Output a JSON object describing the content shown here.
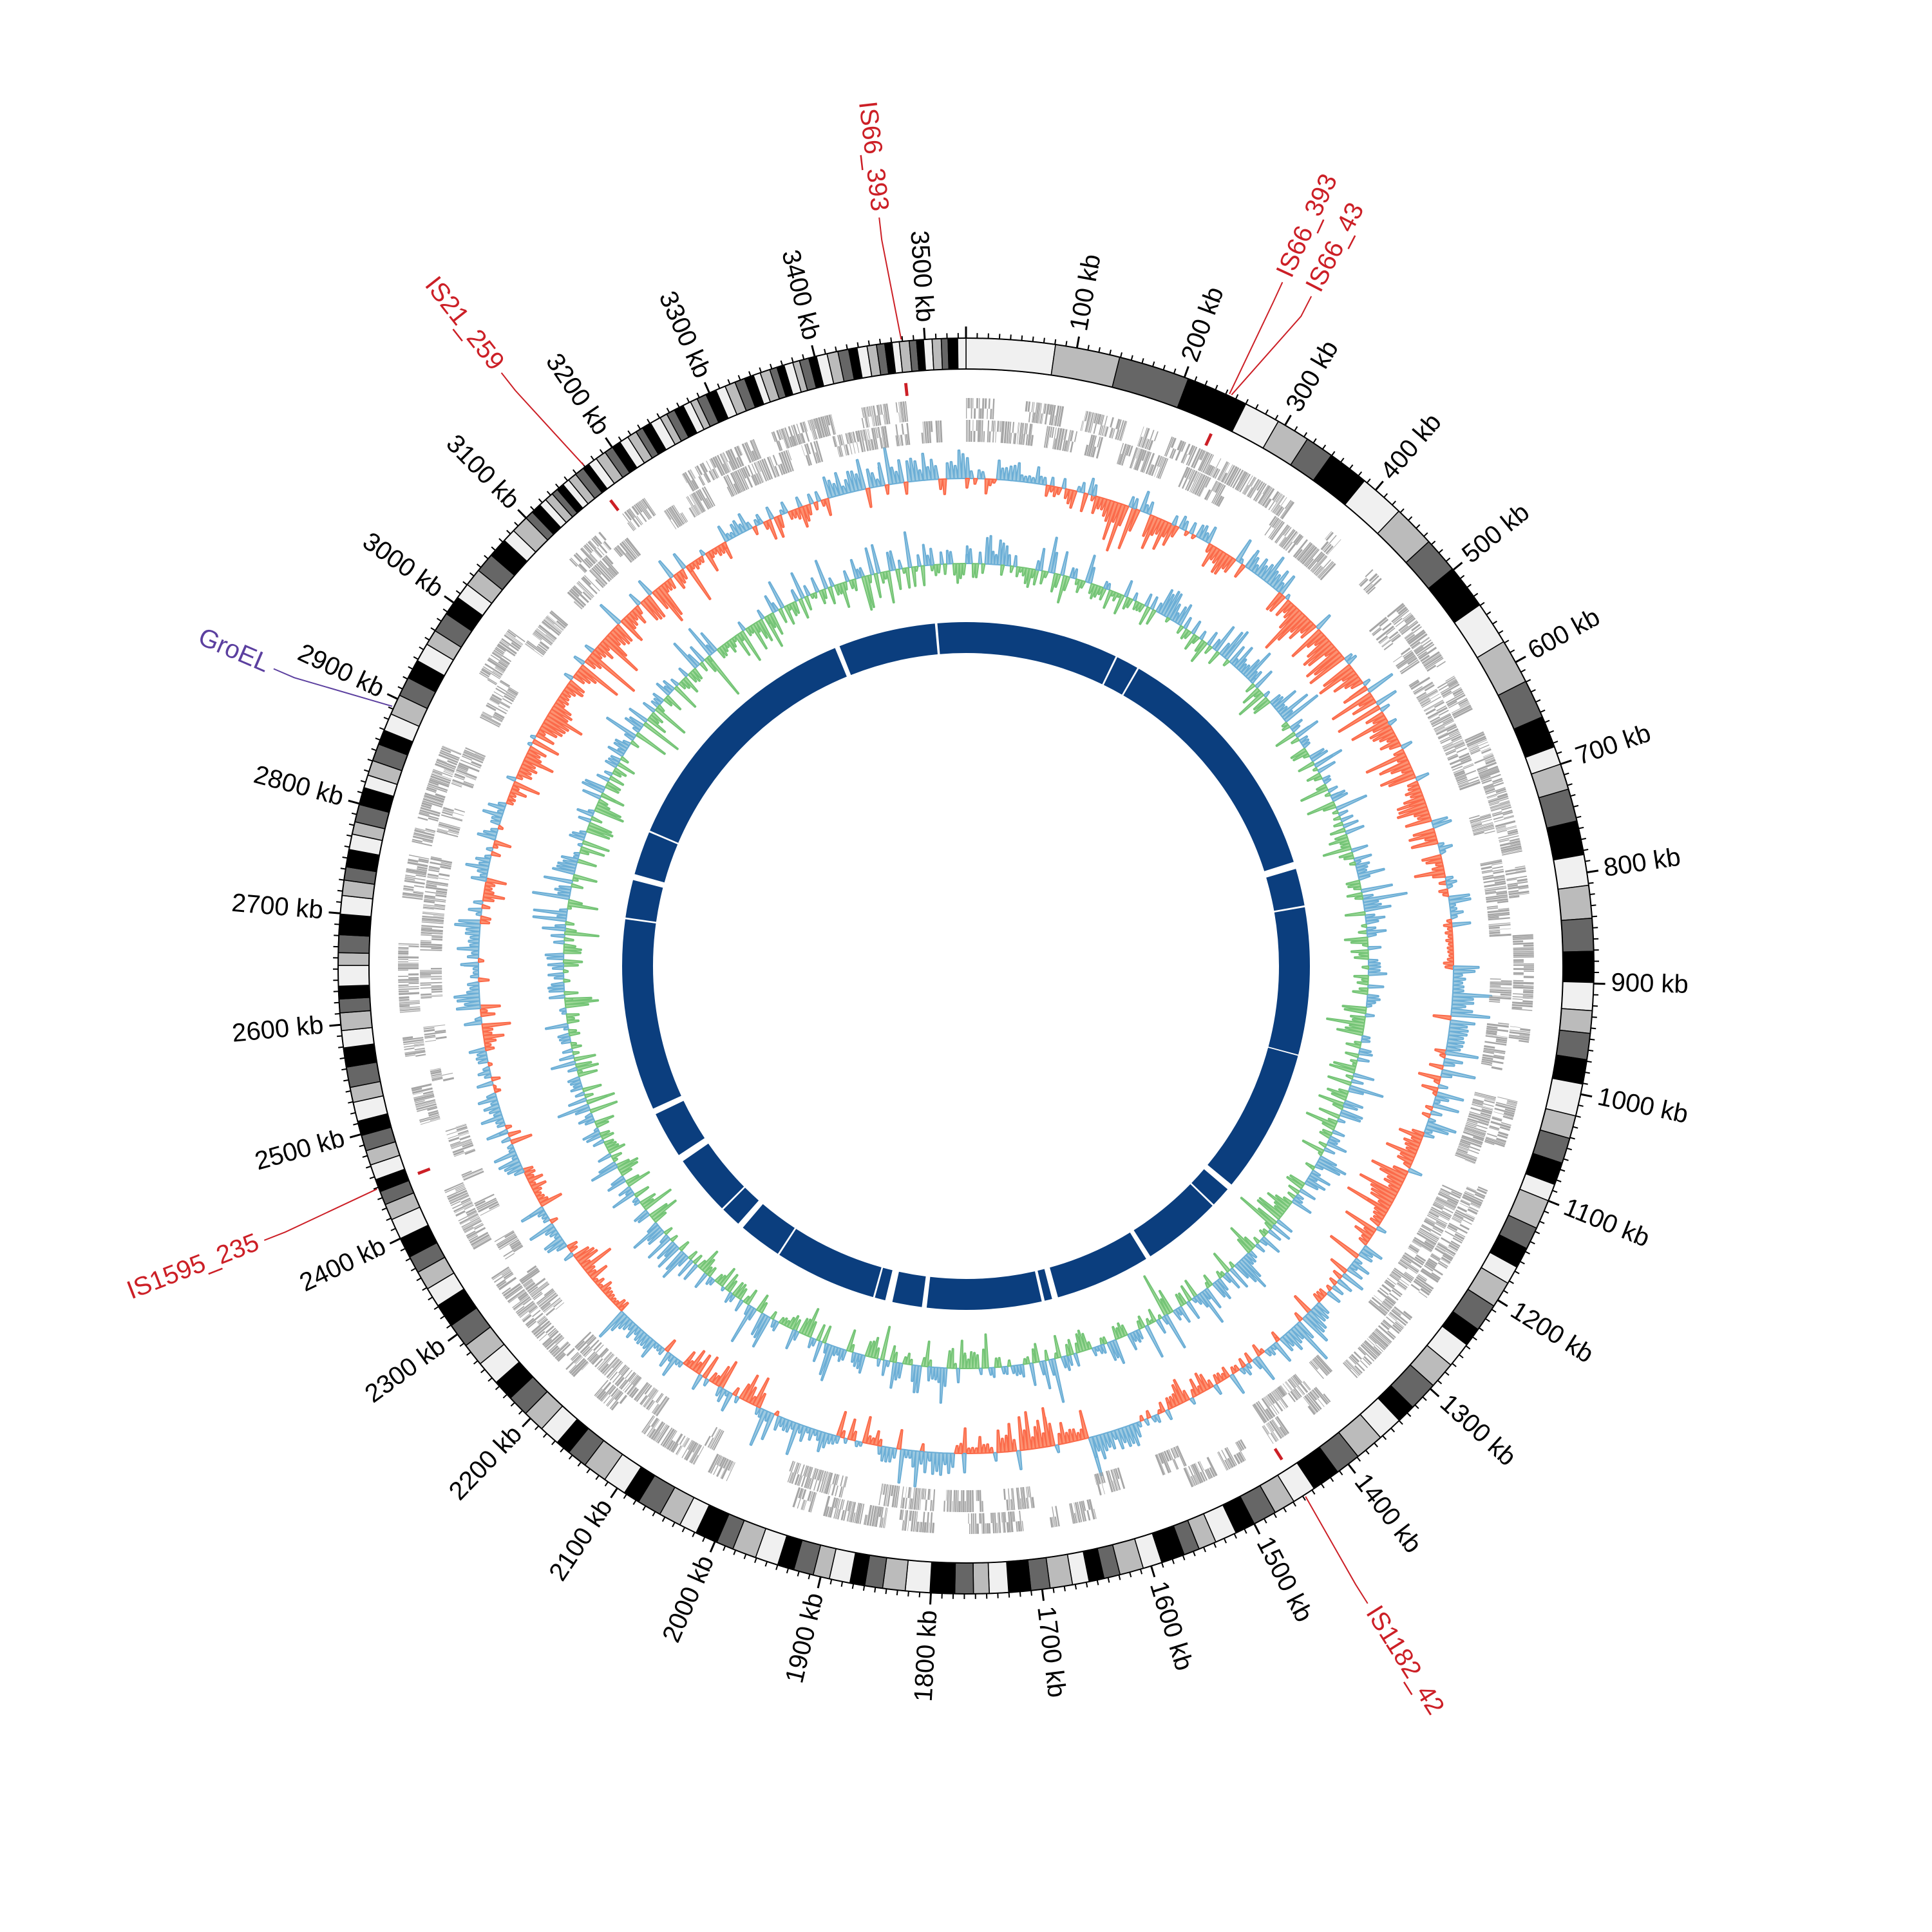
{
  "chart_data": {
    "type": "circular-genome",
    "title": "",
    "genome_length_kb": 3537,
    "tick_major_kb": 100,
    "tick_minor_kb": 10,
    "tick_labels": [
      {
        "kb": 100,
        "label": "100 kb"
      },
      {
        "kb": 200,
        "label": "200 kb"
      },
      {
        "kb": 300,
        "label": "300 kb"
      },
      {
        "kb": 400,
        "label": "400 kb"
      },
      {
        "kb": 500,
        "label": "500 kb"
      },
      {
        "kb": 600,
        "label": "600 kb"
      },
      {
        "kb": 700,
        "label": "700 kb"
      },
      {
        "kb": 800,
        "label": "800 kb"
      },
      {
        "kb": 900,
        "label": "900 kb"
      },
      {
        "kb": 1000,
        "label": "1000 kb"
      },
      {
        "kb": 1100,
        "label": "1100 kb"
      },
      {
        "kb": 1200,
        "label": "1200 kb"
      },
      {
        "kb": 1300,
        "label": "1300 kb"
      },
      {
        "kb": 1400,
        "label": "1400 kb"
      },
      {
        "kb": 1500,
        "label": "1500 kb"
      },
      {
        "kb": 1600,
        "label": "1600 kb"
      },
      {
        "kb": 1700,
        "label": "1700 kb"
      },
      {
        "kb": 1800,
        "label": "1800 kb"
      },
      {
        "kb": 1900,
        "label": "1900 kb"
      },
      {
        "kb": 2000,
        "label": "2000 kb"
      },
      {
        "kb": 2100,
        "label": "2100 kb"
      },
      {
        "kb": 2200,
        "label": "2200 kb"
      },
      {
        "kb": 2300,
        "label": "2300 kb"
      },
      {
        "kb": 2400,
        "label": "2400 kb"
      },
      {
        "kb": 2500,
        "label": "2500 kb"
      },
      {
        "kb": 2600,
        "label": "2600 kb"
      },
      {
        "kb": 2700,
        "label": "2700 kb"
      },
      {
        "kb": 2800,
        "label": "2800 kb"
      },
      {
        "kb": 2900,
        "label": "2900 kb"
      },
      {
        "kb": 3000,
        "label": "3000 kb"
      },
      {
        "kb": 3100,
        "label": "3100 kb"
      },
      {
        "kb": 3200,
        "label": "3200 kb"
      },
      {
        "kb": 3300,
        "label": "3300 kb"
      },
      {
        "kb": 3400,
        "label": "3400 kb"
      },
      {
        "kb": 3500,
        "label": "3500 kb"
      }
    ],
    "ideogram_band_colors": [
      "#f0f0f0",
      "#bbbbbb",
      "#666666",
      "#000000"
    ],
    "ideogram_band_segments_kb": [
      {
        "from": 0,
        "to": 260,
        "band_kb": 65
      },
      {
        "from": 260,
        "to": 700,
        "band_kb": 33
      },
      {
        "from": 700,
        "to": 1100,
        "band_kb": 26
      },
      {
        "from": 1100,
        "to": 1500,
        "band_kb": 22
      },
      {
        "from": 1500,
        "to": 2400,
        "band_kb": 18
      },
      {
        "from": 2400,
        "to": 3100,
        "band_kb": 15
      },
      {
        "from": 3100,
        "to": 3537,
        "band_kb": 8
      }
    ],
    "annotations": [
      {
        "label": "IS66_393",
        "kb": 3479,
        "label_kb": 3472,
        "color": "#cc1f26",
        "marker": true
      },
      {
        "label": "IS66_393",
        "kb": 243,
        "label_kb": 244,
        "color": "#cc1f26",
        "marker": true
      },
      {
        "label": "IS66_43",
        "kb": 245,
        "label_kb": 268,
        "color": "#cc1f26",
        "marker": false
      },
      {
        "label": "IS21_259",
        "kb": 3170,
        "label_kb": 3163,
        "color": "#cc1f26",
        "marker": true
      },
      {
        "label": "GroEL",
        "kb": 2892,
        "label_kb": 2881,
        "color": "#5b3f9f",
        "marker": false
      },
      {
        "label": "IS1595_235",
        "kb": 2449,
        "label_kb": 2443,
        "color": "#cc1f26",
        "marker": true
      },
      {
        "label": "IS1182_42",
        "kb": 1448,
        "label_kb": 1452,
        "color": "#cc1f26",
        "marker": true
      }
    ],
    "tracks": [
      {
        "name": "CDS forward/reverse",
        "color": "#a6a6a6"
      },
      {
        "name": "GC skew",
        "positive_color": "#6baed6",
        "negative_color": "#fb6a4a",
        "ylim": [
          -0.1,
          0.1
        ]
      },
      {
        "name": "GC content deviation",
        "positive_color": "#6baed6",
        "negative_color": "#74c476",
        "ylim": [
          -0.1,
          0.1
        ]
      },
      {
        "name": "contigs",
        "color": "#0b3e7e"
      }
    ],
    "gc_skew_bins_5deg": [
      0.04,
      0.03,
      -0.03,
      -0.06,
      -0.07,
      0.03,
      -0.04,
      0.04,
      -0.06,
      -0.07,
      -0.06,
      -0.07,
      -0.05,
      -0.06,
      -0.05,
      -0.04,
      0.03,
      -0.02,
      0.05,
      0.06,
      0.05,
      0.03,
      -0.04,
      -0.06,
      -0.05,
      0.04,
      0.05,
      0.06,
      0.03,
      -0.03,
      -0.04,
      0.03,
      0.05,
      -0.04,
      -0.05,
      -0.03,
      0.05,
      0.04,
      -0.03,
      0.03,
      0.04,
      -0.04,
      -0.04,
      0.03,
      0.04,
      -0.02,
      -0.04,
      0.03,
      -0.03,
      0.03,
      0.04,
      0.03,
      -0.03,
      0.03,
      0.04,
      -0.03,
      0.03,
      0.03,
      -0.03,
      -0.04,
      -0.05,
      -0.06,
      -0.06,
      -0.05,
      -0.05,
      -0.03,
      0.03,
      -0.03,
      0.04,
      0.04,
      0.05,
      0.04
    ],
    "gc_content_bins_5deg": [
      0.05,
      0.04,
      0.05,
      0.04,
      0.03,
      0.05,
      0.04,
      0.05,
      0.04,
      -0.04,
      0.05,
      0.04,
      0.04,
      0.05,
      -0.04,
      0.04,
      0.05,
      0.05,
      0.04,
      -0.05,
      0.04,
      0.05,
      -0.05,
      0.04,
      0.04,
      -0.05,
      0.04,
      0.05,
      0.04,
      -0.05,
      0.04,
      0.05,
      -0.04,
      0.05,
      0.04,
      -0.05,
      0.05,
      0.04,
      -0.05,
      0.04,
      -0.05,
      0.04,
      0.04,
      -0.05,
      0.05,
      0.04,
      -0.05,
      -0.05,
      0.04,
      -0.05,
      0.04,
      0.05,
      -0.04,
      0.04,
      -0.05,
      0.04,
      0.05,
      -0.04,
      -0.05,
      0.04,
      0.04,
      -0.05,
      -0.04,
      0.05,
      0.04,
      -0.04,
      0.05,
      0.04,
      0.05,
      -0.04,
      0.05,
      0.04
    ],
    "contig_gaps_kb": [
      {
        "kb": 3488,
        "w": 4
      },
      {
        "kb": 3321,
        "w": 8
      },
      {
        "kb": 255,
        "w": 3
      },
      {
        "kb": 295,
        "w": 3
      },
      {
        "kb": 717,
        "w": 12
      },
      {
        "kb": 786,
        "w": 3
      },
      {
        "kb": 1032,
        "w": 2
      },
      {
        "kb": 1277,
        "w": 10
      },
      {
        "kb": 1317,
        "w": 3
      },
      {
        "kb": 1454,
        "w": 8
      },
      {
        "kb": 1621,
        "w": 10
      },
      {
        "kb": 1641,
        "w": 5
      },
      {
        "kb": 1837,
        "w": 8
      },
      {
        "kb": 1896,
        "w": 12
      },
      {
        "kb": 1921,
        "w": 3
      },
      {
        "kb": 2093,
        "w": 3
      },
      {
        "kb": 2171,
        "w": 10
      },
      {
        "kb": 2211,
        "w": 3
      },
      {
        "kb": 2319,
        "w": 12
      },
      {
        "kb": 2407,
        "w": 10
      },
      {
        "kb": 2731,
        "w": 3
      },
      {
        "kb": 2800,
        "w": 10
      },
      {
        "kb": 2879,
        "w": 3
      }
    ]
  }
}
